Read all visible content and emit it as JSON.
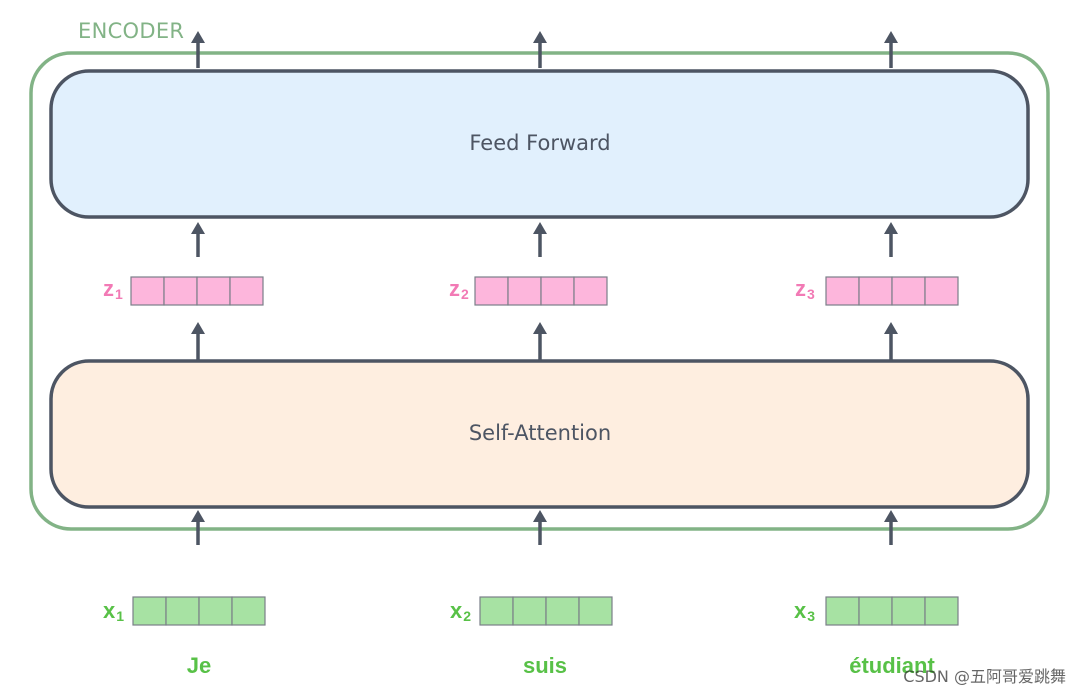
{
  "encoder": {
    "label": "ENCODER",
    "frame_color": "#82b386"
  },
  "layers": {
    "feed_forward": {
      "label": "Feed Forward",
      "fill": "#e1f0fd"
    },
    "self_attention": {
      "label": "Self-Attention",
      "fill": "#feeee0"
    }
  },
  "colors": {
    "stroke": "#4d5563",
    "text": "#4d5563",
    "z_cell": "#fdb6dc",
    "z_label": "#f27ab5",
    "x_cell": "#a7e2a3",
    "x_label": "#58c147"
  },
  "z_vectors": [
    {
      "base": "z",
      "index": "1"
    },
    {
      "base": "z",
      "index": "2"
    },
    {
      "base": "z",
      "index": "3"
    }
  ],
  "x_vectors": [
    {
      "base": "x",
      "index": "1",
      "word": "Je"
    },
    {
      "base": "x",
      "index": "2",
      "word": "suis"
    },
    {
      "base": "x",
      "index": "3",
      "word": "étudiant"
    }
  ],
  "vector_cells": 4,
  "watermark": "CSDN @五阿哥爱跳舞"
}
